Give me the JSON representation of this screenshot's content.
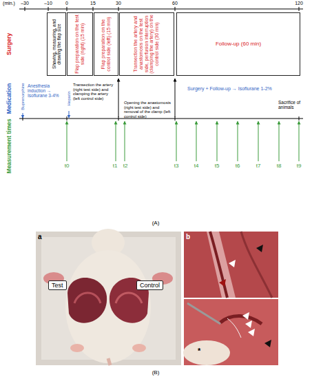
{
  "diagram": {
    "nodes": [
      {
        "text": [
          "Shaving, measuring, and drawing the flap size"
        ]
      },
      {
        "text": [
          "Flap preparation on the test side (right) (15 min)"
        ]
      },
      {
        "text": [
          "Flap preparation on the control side (left) (15 min)"
        ]
      },
      {
        "text": [
          "Transection the artery and anastomosis on the test side, perfusion interruption (clamping the artery) on the control side (30 min)"
        ]
      },
      {
        "text": [
          "Follow-up (60 min)"
        ]
      },
      {
        "text": [
          "Test"
        ]
      },
      {
        "text": [
          "Control"
        ]
      }
    ],
    "labels": [
      "(min.)",
      "–30",
      "–10",
      "0",
      "15",
      "30",
      "60",
      "120",
      "Surgery",
      "Medication",
      "Measurement times",
      "Buprenorphine",
      "Anesthesia induction → Isoflurane 3-4%",
      "Heparin",
      "Transection the artery (right test side) and clamping the artery (left control side)",
      "Opening the anastomosis (right test side) and removal of the clamp (left control side)",
      "Surgery + Follow-up → Isoflurane 1-2%",
      "Sacrifice of animals",
      "t0",
      "t1",
      "t2",
      "t3",
      "t4",
      "t5",
      "t6",
      "t7",
      "t8",
      "t9",
      "(A)",
      "a",
      "b",
      "*",
      "(B)"
    ]
  }
}
